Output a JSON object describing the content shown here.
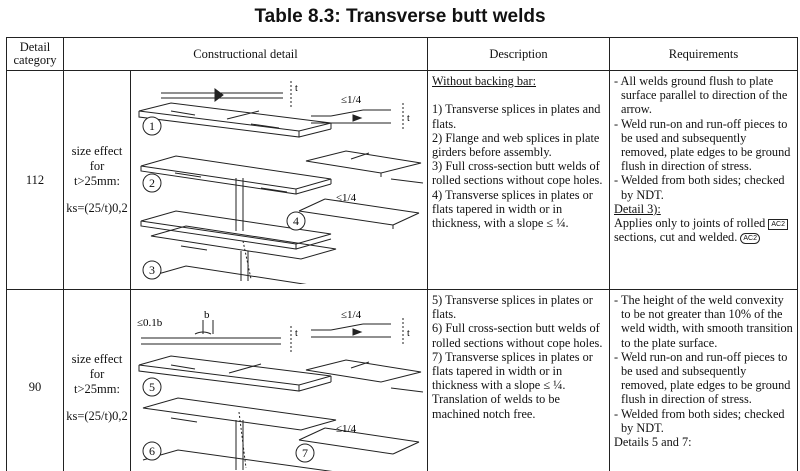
{
  "title": "Table 8.3: Transverse butt welds",
  "columns": {
    "detail_category": "Detail category",
    "constructional_detail": "Constructional detail",
    "description": "Description",
    "requirements": "Requirements"
  },
  "rows": [
    {
      "category": "112",
      "size_effect": {
        "line1": "size effect",
        "line2": "for",
        "line3": "t>25mm:",
        "formula": "ks=(25/t)0,2"
      },
      "figure_numbers": [
        "1",
        "2",
        "3",
        "4"
      ],
      "figure_labels": [
        "t",
        "≤1/4",
        "t",
        "≤1/4"
      ],
      "description": {
        "heading": "Without backing bar:",
        "items": [
          "1) Transverse splices in plates and flats.",
          "2) Flange and web splices in plate girders before assembly.",
          "3) Full cross-section butt welds of rolled sections without cope holes.",
          "4) Transverse splices in plates or flats tapered in width or in thickness, with a slope ≤ ¼."
        ]
      },
      "requirements": {
        "items": [
          "- All welds ground flush to plate surface parallel to direction of the arrow.",
          "- Weld run-on and run-off pieces to be used and subsequently removed, plate edges to be ground flush in direction of stress.",
          "- Welded from both sides; checked by NDT."
        ],
        "detail_label": "Detail 3):",
        "detail_text_before": "Applies only to joints of rolled",
        "detail_text_after": "sections, cut and welded.",
        "ac_marker_open": "AC2",
        "ac_marker_close": "AC2"
      }
    },
    {
      "category": "90",
      "size_effect": {
        "line1": "size effect",
        "line2": "for",
        "line3": "t>25mm:",
        "formula": "ks=(25/t)0,2"
      },
      "figure_numbers": [
        "5",
        "6",
        "7"
      ],
      "figure_labels": [
        "≤0.1b",
        "b",
        "t",
        "≤1/4",
        "t",
        "≤1/4"
      ],
      "description": {
        "items": [
          "5) Transverse splices in plates or flats.",
          "6) Full cross-section butt welds of rolled sections without cope holes.",
          "7) Transverse splices in plates or flats tapered in width or in thickness with a slope ≤ ¼. Translation of welds to be machined notch free."
        ]
      },
      "requirements": {
        "items": [
          "- The height of the weld convexity to be not greater than 10% of the weld width, with smooth transition to the plate surface.",
          "- Weld run-on and run-off pieces to be used and subsequently removed, plate edges to be ground flush in direction of stress.",
          "- Welded from both sides; checked by NDT."
        ],
        "trailing": "Details 5 and 7:"
      }
    }
  ]
}
